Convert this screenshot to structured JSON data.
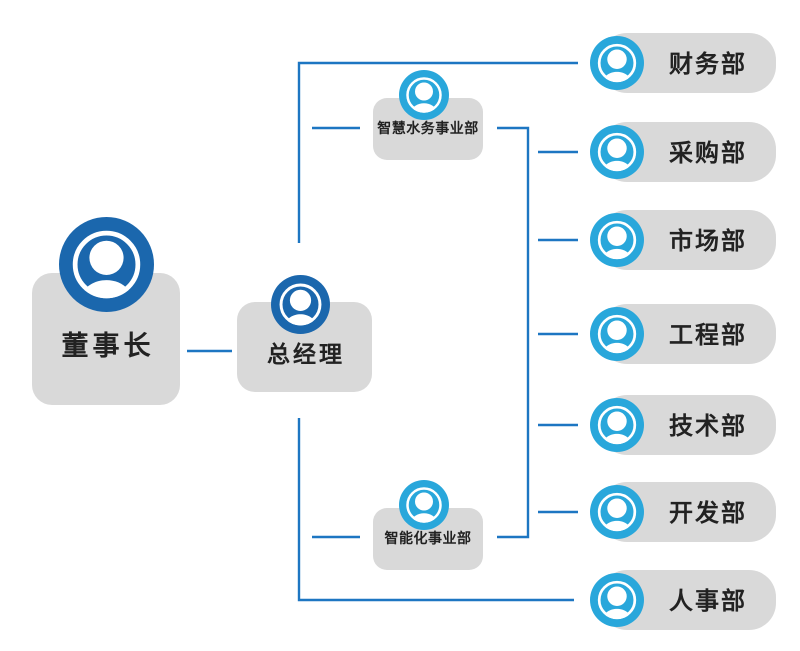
{
  "org_chart": {
    "chairman": {
      "label": "董事长",
      "icon": "person-icon"
    },
    "general_manager": {
      "label": "总经理",
      "icon": "person-icon"
    },
    "divisions": [
      {
        "label": "智慧水务事业部",
        "icon": "person-icon"
      },
      {
        "label": "智能化事业部",
        "icon": "person-icon"
      }
    ],
    "departments": [
      {
        "label": "财务部",
        "icon": "person-icon"
      },
      {
        "label": "采购部",
        "icon": "person-icon"
      },
      {
        "label": "市场部",
        "icon": "person-icon"
      },
      {
        "label": "工程部",
        "icon": "person-icon"
      },
      {
        "label": "技术部",
        "icon": "person-icon"
      },
      {
        "label": "开发部",
        "icon": "person-icon"
      },
      {
        "label": "人事部",
        "icon": "person-icon"
      }
    ],
    "colors": {
      "executive_avatar": "#1b67ad",
      "department_avatar": "#29a7db",
      "connector_line": "#1d76c2",
      "node_background": "#d9d9d9",
      "label_text": "#222222"
    }
  }
}
